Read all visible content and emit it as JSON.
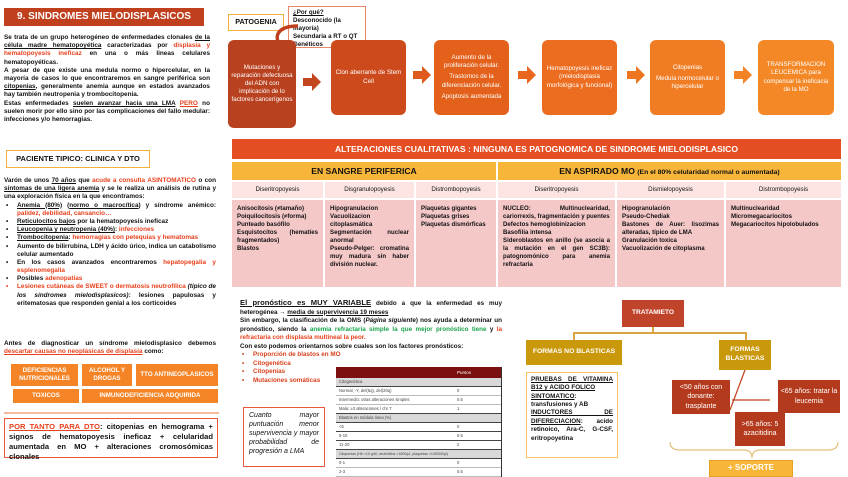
{
  "title": "9. SINDROMES MIELODISPLASICOS",
  "intro": {
    "p1_a": "Se trata de un grupo heterogéneo de enfermedades clonales ",
    "p1_u": "de la célula madre hematopoyética",
    "p1_b": " caracterizadas por ",
    "p1_red": "displasia y hematopoyesis ineficaz",
    "p1_c": " en una o más líneas celulares hematopoyéticas.",
    "p2_a": "A pesar de que existe una medula normo o hipercelular, en la mayoría de casos lo que encontraremos en sangre periférica son ",
    "p2_u": "citopenias",
    "p2_b": ", generalmente anemia aunque en estados avanzados hay también neutropenia y trombocitopenia.",
    "p3_a": "Estas enfermedades ",
    "p3_u": "suelen avanzar hacia una LMA",
    "p3_red": "PERO",
    "p3_b": " no suelen morir por ello sino por las complicaciones del fallo medular: infecciones y/o hemorragias."
  },
  "paciente": {
    "title": "PACIENTE TIPICO: CLINICA Y DTO",
    "intro_a": "Varón de unos ",
    "intro_u1": "70 años",
    "intro_b": " que ",
    "intro_red": "acude a consulta ASINTOMATICO",
    "intro_c": " o con ",
    "intro_u2": "síntomas de una ligera anemia",
    "intro_d": " y se le realiza un análisis de rutina y una exploración física en la que encontramos:",
    "items": [
      {
        "u": "Anemia (80%)",
        "t": " (",
        "u2": "normo o macrocítica",
        "t2": ") y síndrome anémico: ",
        "red": "palidez, debilidad, cansancio…"
      },
      {
        "u": "Reticulocitos bajos",
        "t": " por la hematopoyesis ineficaz"
      },
      {
        "u": "Leucopenia y neutropenia (40%)",
        "t": ": ",
        "red": "infecciones"
      },
      {
        "u": "Trombocitopenia",
        "t": ": ",
        "red": "hemorragias con petequias y hematomas"
      },
      {
        "t": "Aumento de bilirrubina, LDH y ácido úrico, indica un catabolismo celular aumentado"
      },
      {
        "t": "En los casos avanzados encontraremos ",
        "red": "hepatopegalia y esplenomegalia"
      },
      {
        "t": "Posibles ",
        "red": "adenopatías"
      },
      {
        "red_lead": "Lesiones cutáneas de SWEET o dermatosis neutrofílica",
        "it": " (típico de los síndromes mielodisplasicos)",
        "t": ": lesiones papulosas y eritematosas que responden genial a los corticoides"
      }
    ]
  },
  "antes": {
    "a": "Antes de diagnosticar un síndrome mielodisplasico debemos ",
    "u": "descartar causas no neoplásicas de displasia",
    "b": " como:",
    "causes": [
      "DEFICIENCIAS NUTRICIONALES",
      "ALCOHOL Y DROGAS",
      "TTO ANTINEOPLASICOS",
      "TOXICOS",
      "INMUNODEFICIENCIA ADQUIRIDA"
    ]
  },
  "por_tanto": {
    "u": "POR TANTO PARA DTO",
    "t": ": citopenias en hemograma + signos de hematopoyesis ineficaz + celularidad aumentada en MO + alteraciones cromosómicas clonales"
  },
  "patogenia": {
    "tab": "PATOGENIA",
    "porque_title": "¿Por qué?",
    "porque_items": [
      "Desconocido (la mayoría)",
      "Secundaria a RT o QT",
      "Genéticos"
    ],
    "steps": [
      {
        "text": "Mutaciones y reparación defectuosa del ADN con implicación de lo factores cancerígenos",
        "color": "#b8421f"
      },
      {
        "text": "Clon aberrante de Stem Cell",
        "color": "#cc4a1c"
      },
      {
        "lines": [
          "Aumento de la proliferación celular.",
          "Trastornos de la diferenciación celular.",
          "Apoptosis aumentada"
        ],
        "color": "#e3611b"
      },
      {
        "text": "Hematopoyesis ineficaz (mielodisplasia morfológica y funcional)",
        "color": "#ec6d1f"
      },
      {
        "lines": [
          "Citopenias",
          "Medula normocelular o hipercelular"
        ],
        "color": "#f07d23"
      },
      {
        "text": "TRANSFORMACION LEUCEMICA para compensar la ineficacia de la MO",
        "color": "#f48726"
      }
    ],
    "arrow_colors": [
      "#c3461f",
      "#df5a1c",
      "#e8661d",
      "#ee7520",
      "#f28224"
    ]
  },
  "alteraciones": {
    "header": "ALTERACIONES CUALITATIVAS : NINGUNA ES PATOGNOMICA DE SINDROME MIELODISPLASICO",
    "sangre": "EN SANGRE PERIFERICA",
    "aspirado": "EN ASPIRADO MO",
    "aspirado_note": "(En el 80% celularidad normal o aumentada)",
    "columns": [
      {
        "head": "Diseritropoyesis",
        "body": [
          "Anisocitosis (≠tamaño)",
          "Poiquilocitosis (≠forma)",
          "Punteado basófilo",
          "Esquistocitos (hematíes fragmentados)",
          "Blastos"
        ]
      },
      {
        "head": "Disgranulopoyesis",
        "body": [
          "Hipogranulacion",
          "Vacuolizacion citoplasmática",
          "Segmentación nuclear anormal",
          "Pseudo-Pelger: cromatina muy madura sin haber división nuclear."
        ]
      },
      {
        "head": "Distrombopoyesis",
        "body": [
          "Plaquetas gigantes",
          "Plaquetas grises",
          "Plaquetas dismórficas"
        ]
      },
      {
        "head": "Diseritropoyesis",
        "body": [
          "NUCLEO: Multinuclearidad, cariorrexis, fragmentación y puentes",
          "Defectos hemoglobinizacion",
          "Basofilia intensa",
          "Sideroblastos en anillo (se asocia a la mutación en el gen SC3B): patognomónico para anemia refractaria"
        ]
      },
      {
        "head": "Dismielopoyesis",
        "body": [
          "Hipogranulación",
          "Pseudo-Chediak",
          "Bastones de Auer: lisozimas alteradas, típico de LMA",
          "Granulación toxica",
          "Vacuolización de citoplasma"
        ]
      },
      {
        "head": "Distrombopoyesis",
        "body": [
          "Multinuclearidad",
          "Micromegacariocitos",
          "Megacariocitos hipolobulados"
        ]
      }
    ]
  },
  "pronostico": {
    "head_u": "El pronóstico es MUY VARIABLE",
    "head_t": " debido a que la enfermedad es muy heterogénea ",
    "arrow": "→",
    "media_u": "media de supervivencia 19 meses",
    "p2_a": "Sin embargo, la clasificación de la OMS (",
    "p2_i": "Página siguiente",
    "p2_b": ") nos ayuda a determinar un pronóstico, siendo la ",
    "p2_green": "anemia refractaria simple la que mejor pronóstico tiene",
    "p2_c": " y ",
    "p2_red": "la refractaria con displasia multineal la peor.",
    "p3": "Con esto podemos orientarnos sobre cuales son los factores pronósticos:",
    "factors": [
      "Proporción de blastos en MO",
      "Citogenética",
      "Citopenias",
      "Mutaciones somáticas"
    ],
    "cuanto": "Cuanto mayor puntuación menor supervivencia y mayor probabilidad de progresión a LMA"
  },
  "ipss_table": {
    "header": "Puntos",
    "rows": [
      {
        "label": "Citogenética",
        "value": "",
        "section": true
      },
      {
        "label": "Normal, -Y, del(5q), del(20q)",
        "value": "0"
      },
      {
        "label": "Intermedio: otras alteraciones simples",
        "value": "0.5"
      },
      {
        "label": "Mala: ≥3 alteraciones / chr 7",
        "value": "1"
      },
      {
        "label": "Blastos en médula ósea (%)",
        "value": "",
        "section": true
      },
      {
        "label": "<5",
        "value": "0"
      },
      {
        "label": "5-10",
        "value": "0.5"
      },
      {
        "label": "11-20",
        "value": "2"
      },
      {
        "label": "Citopenias (Hb <10 g/dl, neutrófilos <1800/µl, plaquetas <100000/µl)",
        "value": "",
        "section": true
      },
      {
        "label": "0-1",
        "value": "0"
      },
      {
        "label": "2-3",
        "value": "0.5"
      }
    ]
  },
  "tratamiento": {
    "root": "TRATAMIETO",
    "no_blasticas": "FORMAS NO BLASTICAS",
    "blasticas": "FORMAS BLASTICAS",
    "pruebas": {
      "u1": "PRUEBAS DE VITAMINA B12 y ACIDO FOLICO",
      "u2": "SINTOMATICO",
      "t2": ": transfusiones y AB",
      "u3": "INDUCTORES DE DIFERECIACION",
      "t3": ": acido retinoico, Ara-C, G-CSF, eritropoyetina"
    },
    "opt_lt50": "<50 años con donante: trasplante",
    "opt_lt65": "<65 años: tratar la leucemia",
    "opt_gt65": ">65 años: 5 azacitidina",
    "soporte": "+ SOPORTE"
  }
}
